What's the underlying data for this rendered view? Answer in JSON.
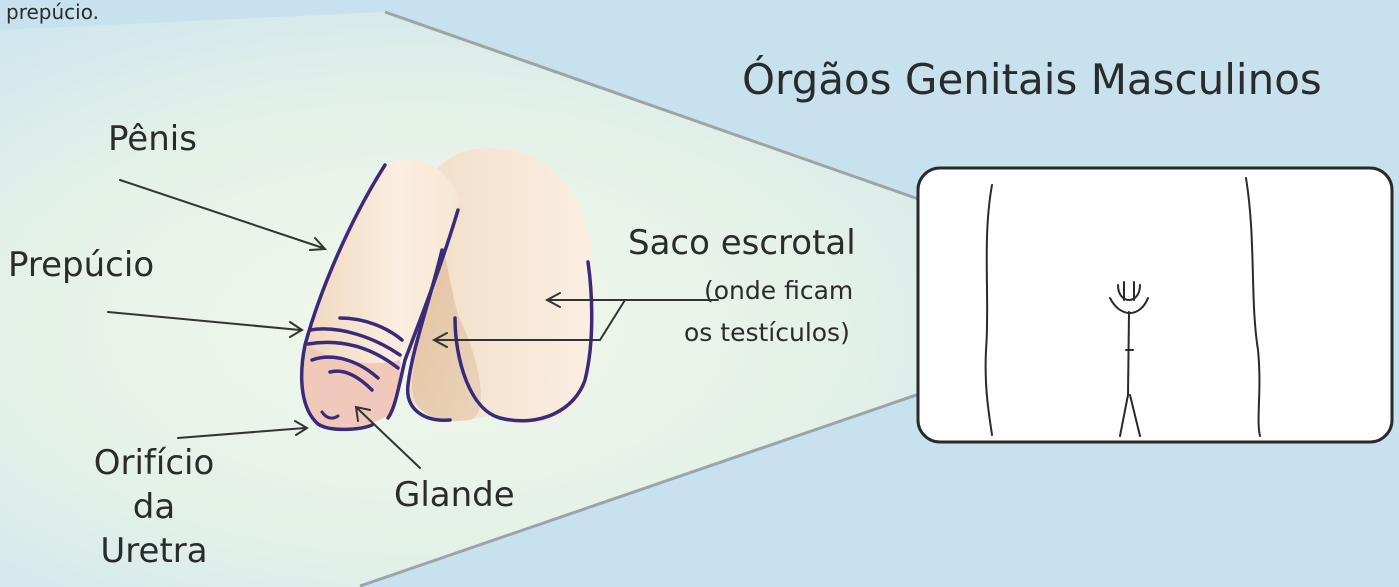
{
  "top_fragment": "prepúcio.",
  "title": "Órgãos Genitais Masculinos",
  "labels": {
    "penis": "Pênis",
    "prepucio": "Prepúcio",
    "saco_line1": "Saco escrotal",
    "saco_line2": "(onde ficam",
    "saco_line3": "os testículos)",
    "orificio_line1": "Orifício",
    "orificio_line2": "da",
    "orificio_line3": "Uretra",
    "glande": "Glande"
  },
  "colors": {
    "background": "#c7e2ee",
    "spotlight": "#e9f4ea",
    "outline": "#3a2a7a",
    "skin_light": "#f8e9d8",
    "skin_shadow": "#e6c6a4",
    "glans": "#f2c3b8",
    "line": "#222222"
  }
}
